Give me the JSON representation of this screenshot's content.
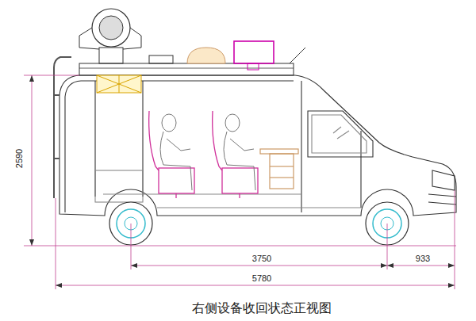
{
  "diagram": {
    "caption": "右侧设备收回状态正视图",
    "labels": [
      "2590",
      "3750",
      "933",
      "5780"
    ]
  }
}
